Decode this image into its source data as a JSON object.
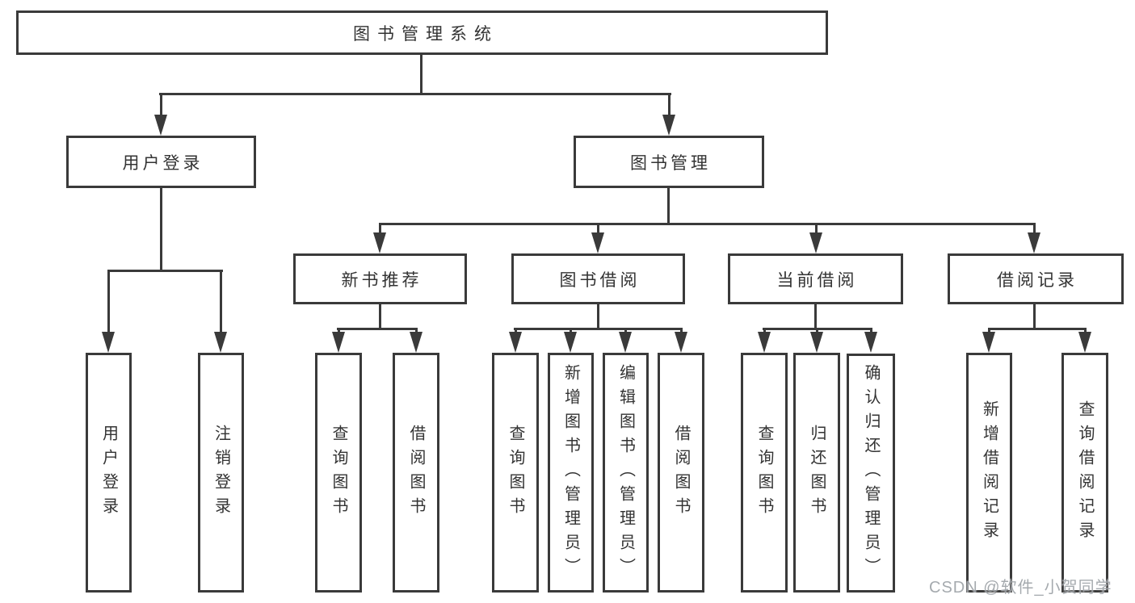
{
  "diagram": {
    "root": {
      "label": "图书管理系统"
    },
    "level2": [
      {
        "label": "用户登录"
      },
      {
        "label": "图书管理"
      }
    ],
    "level3": [
      {
        "label": "新书推荐"
      },
      {
        "label": "图书借阅"
      },
      {
        "label": "当前借阅"
      },
      {
        "label": "借阅记录"
      }
    ],
    "leaves": {
      "user_login": [
        {
          "label": "用户登录"
        },
        {
          "label": "注销登录"
        }
      ],
      "new_book_recommendation": [
        {
          "label": "查询图书"
        },
        {
          "label": "借阅图书"
        }
      ],
      "book_borrowing": [
        {
          "label": "查询图书"
        },
        {
          "label": "新增图书（管理员）"
        },
        {
          "label": "编辑图书（管理员）"
        },
        {
          "label": "借阅图书"
        }
      ],
      "current_borrowing": [
        {
          "label": "查询图书"
        },
        {
          "label": "归还图书"
        },
        {
          "label": "确认归还（管理员）"
        }
      ],
      "borrowing_records": [
        {
          "label": "新增借阅记录"
        },
        {
          "label": "查询借阅记录"
        }
      ]
    }
  },
  "watermark": "CSDN @软件_小贺同学",
  "colors": {
    "line": "#3a3a3a",
    "text": "#333333",
    "watermark": "#9ea3a8",
    "background": "#ffffff"
  }
}
